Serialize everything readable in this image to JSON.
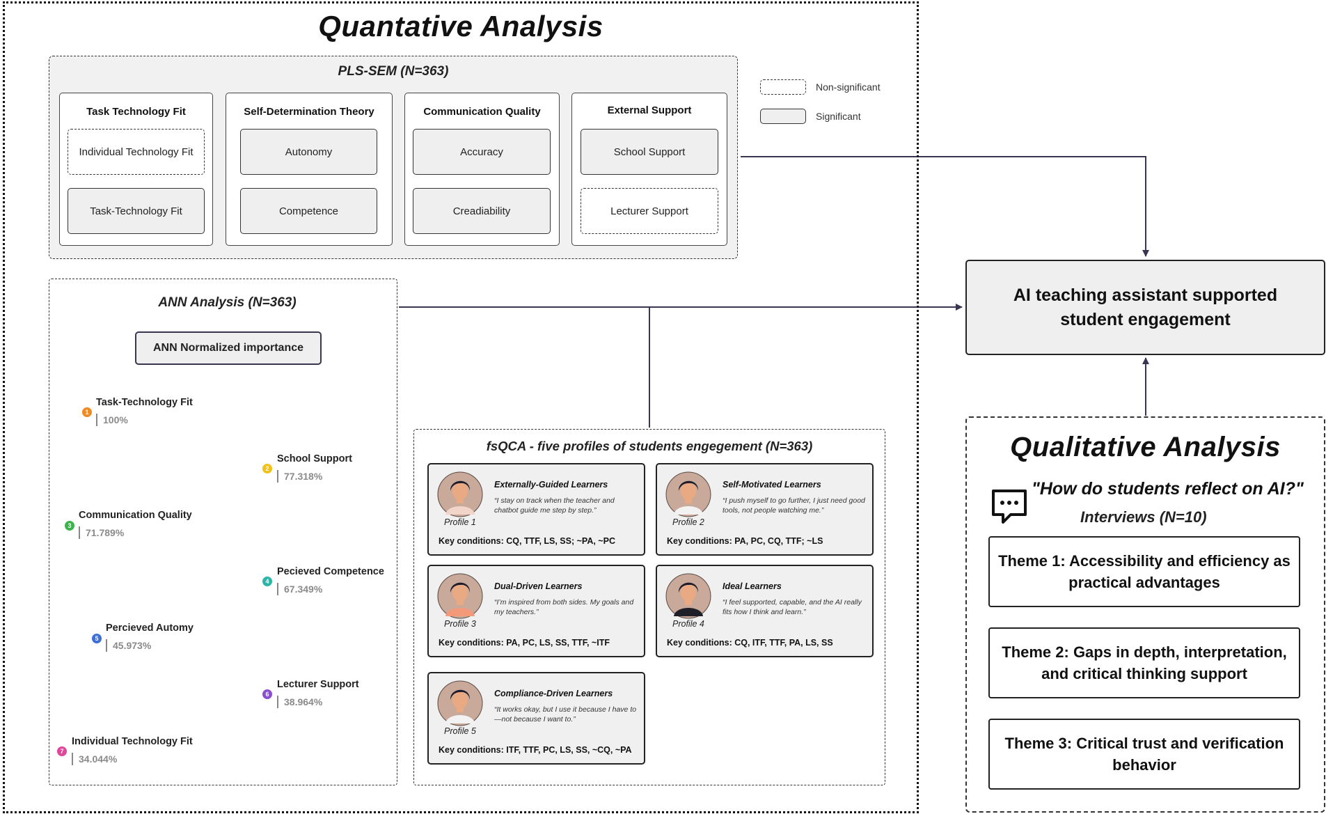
{
  "quant": {
    "title": "Quantative Analysis",
    "plssem": {
      "title": "PLS-SEM (N=363)",
      "groups": [
        {
          "title": "Task Technology Fit",
          "items": [
            {
              "label": "Individual Technology Fit",
              "significant": false
            },
            {
              "label": "Task-Technology Fit",
              "significant": true
            }
          ]
        },
        {
          "title": "Self-Determination Theory",
          "items": [
            {
              "label": "Autonomy",
              "significant": true
            },
            {
              "label": "Competence",
              "significant": true
            }
          ]
        },
        {
          "title": "Communication Quality",
          "items": [
            {
              "label": "Accuracy",
              "significant": true
            },
            {
              "label": "Creadiability",
              "significant": true
            }
          ]
        },
        {
          "title": "External Support",
          "items": [
            {
              "label": "School Support",
              "significant": true
            },
            {
              "label": "Lecturer Support",
              "significant": false
            }
          ]
        }
      ]
    },
    "legend": {
      "non_significant": "Non-significant",
      "significant": "Significant"
    },
    "ann": {
      "title": "ANN Analysis (N=363)",
      "root_label": "ANN Normalized importance",
      "items": [
        {
          "rank": "1",
          "label": "Task-Technology Fit",
          "value": "100%",
          "color": "#f08a24"
        },
        {
          "rank": "2",
          "label": "School Support",
          "value": "77.318%",
          "color": "#f2c21b"
        },
        {
          "rank": "3",
          "label": "Communication Quality",
          "value": "71.789%",
          "color": "#3cb44b"
        },
        {
          "rank": "4",
          "label": "Pecieved Competence",
          "value": "67.349%",
          "color": "#2cb5a6"
        },
        {
          "rank": "5",
          "label": "Percieved Automy",
          "value": "45.973%",
          "color": "#3d6fd8"
        },
        {
          "rank": "6",
          "label": "Lecturer Support",
          "value": "38.964%",
          "color": "#8a4fd0"
        },
        {
          "rank": "7",
          "label": "Individual Technology Fit",
          "value": "34.044%",
          "color": "#e0469a"
        }
      ]
    },
    "fsqca": {
      "title": "fsQCA - five profiles of students engegement (N=363)",
      "profiles": [
        {
          "name": "Externally-Guided Learners",
          "quote": "“I stay on track when the teacher and chatbot guide me step by step.”",
          "num": "Profile 1",
          "key": "Key conditions: CQ, TTF, LS, SS; ~PA, ~PC"
        },
        {
          "name": "Self-Motivated Learners",
          "quote": "“I push myself to go further, I just need good tools, not people watching me.”",
          "num": "Profile 2",
          "key": "Key conditions: PA, PC, CQ, TTF; ~LS"
        },
        {
          "name": "Dual-Driven Learners",
          "quote": "“I’m inspired from both sides. My goals and my teachers.”",
          "num": "Profile 3",
          "key": "Key conditions: PA, PC, LS, SS, TTF, ~ITF"
        },
        {
          "name": "Ideal Learners",
          "quote": "“I feel supported, capable, and the AI really fits how I think and learn.”",
          "num": "Profile 4",
          "key": "Key conditions: CQ, ITF, TTF, PA, LS, SS"
        },
        {
          "name": "Compliance-Driven Learners",
          "quote": "“It works okay, but I use it because I have to—not because I want to.”",
          "num": "Profile 5",
          "key": "Key conditions: ITF, TTF, PC, LS, SS, ~CQ, ~PA"
        }
      ]
    }
  },
  "outcome": {
    "label": "AI teaching assistant supported student engagement"
  },
  "qual": {
    "title": "Qualitative Analysis",
    "question": "\"How do students reflect on AI?\"",
    "interviews": "Interviews (N=10)",
    "themes": [
      "Theme 1: Accessibility and efficiency as practical advantages",
      "Theme 2: Gaps in depth, interpretation, and critical thinking support",
      "Theme 3: Critical trust and verification behavior"
    ]
  },
  "colors": {
    "line": "#3a3550",
    "panel": "#f1f1f1"
  },
  "icons": {
    "chat": "chat-bubble-icon",
    "avatar": "person-avatar-icon"
  }
}
